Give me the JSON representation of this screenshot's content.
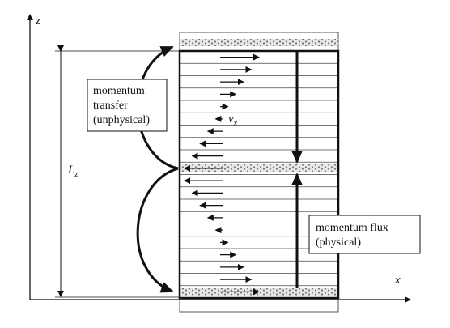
{
  "axes": {
    "z_label": "z",
    "x_label": "x",
    "height_label_main": "L",
    "height_label_sub": "z"
  },
  "labels": {
    "velocity_main": "v",
    "velocity_sub": "x",
    "transfer_box": [
      "momentum",
      "transfer",
      "(unphysical)"
    ],
    "flux_box": [
      "momentum flux",
      "(physical)"
    ]
  },
  "profile": {
    "layer_count": 20,
    "arrow_lengths": [
      1.0,
      0.8,
      0.6,
      0.4,
      0.2,
      -0.2,
      -0.4,
      -0.6,
      -0.8,
      -1.0,
      -1.0,
      -0.8,
      -0.6,
      -0.4,
      -0.2,
      0.2,
      0.4,
      0.6,
      0.8,
      1.0
    ]
  }
}
